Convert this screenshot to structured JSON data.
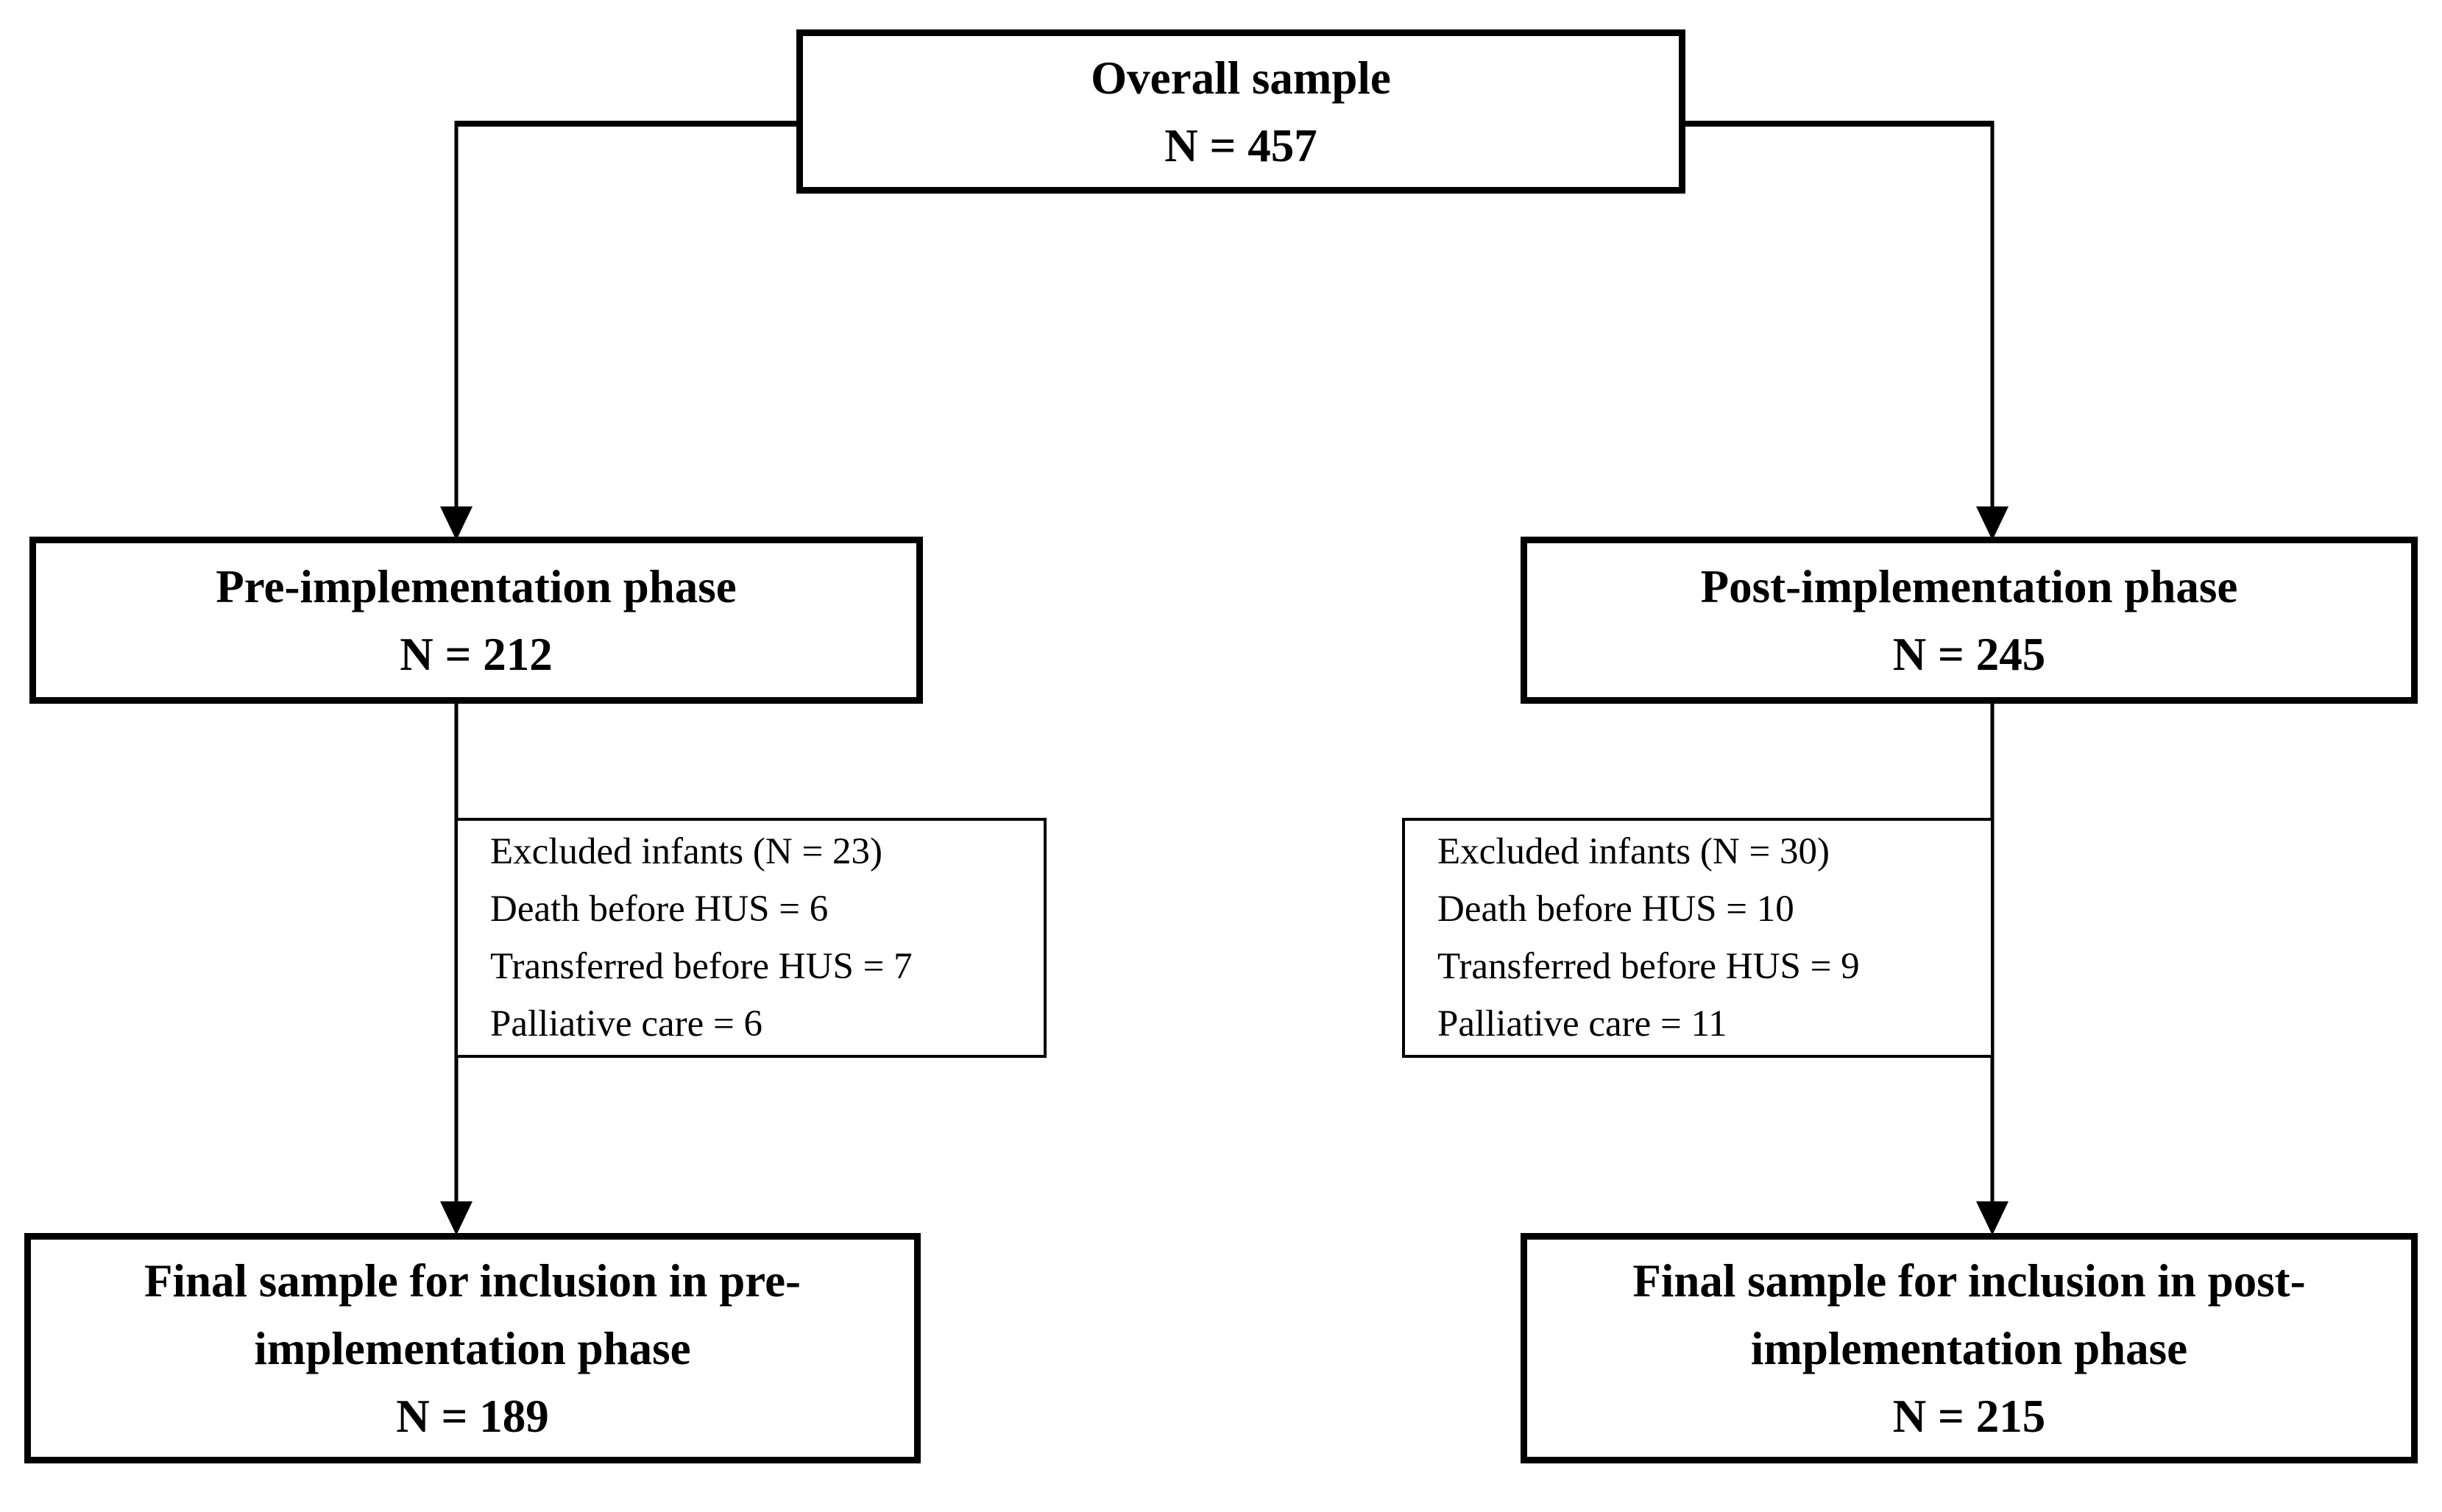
{
  "diagram": {
    "type": "study-flowchart",
    "colors": {
      "background": "#ffffff",
      "border": "#000000",
      "text": "#000000",
      "connector": "#000000"
    },
    "nodes": {
      "overall": {
        "lines": [
          "Overall sample",
          "N = 457"
        ]
      },
      "pre_phase": {
        "lines": [
          "Pre-implementation phase",
          "N = 212"
        ]
      },
      "post_phase": {
        "lines": [
          "Post-implementation phase",
          "N = 245"
        ]
      },
      "excluded_pre": {
        "lines": [
          "Excluded infants (N = 23)",
          "Death before HUS = 6",
          "Transferred before HUS = 7",
          "Palliative care = 6"
        ]
      },
      "excluded_post": {
        "lines": [
          "Excluded infants (N = 30)",
          "Death before HUS = 10",
          "Transferred before HUS = 9",
          "Palliative care = 11"
        ]
      },
      "final_pre": {
        "lines": [
          "Final sample for inclusion in pre-",
          "implementation phase",
          "N = 189"
        ]
      },
      "final_post": {
        "lines": [
          "Final sample for inclusion in post-",
          "implementation phase",
          "N = 215"
        ]
      }
    }
  }
}
